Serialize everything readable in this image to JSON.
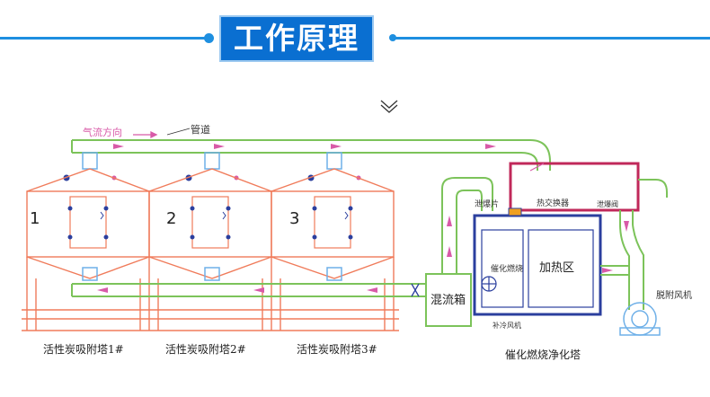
{
  "header": {
    "title": "工作原理",
    "accent_color": "#0a6fd1",
    "line_color": "#1e8fe0"
  },
  "diagram": {
    "airflow_label": "气流方向",
    "pipe_label": "管道",
    "tower_numbers": [
      "1",
      "2",
      "3"
    ],
    "tower_captions": [
      "活性炭吸附塔1#",
      "活性炭吸附塔2#",
      "活性炭吸附塔3#"
    ],
    "mixing_box_label": "混流箱",
    "catalytic_label": "催化燃烧",
    "heating_zone_label": "加热区",
    "heat_exchanger_label": "热交换器",
    "explosion_vent_left_label": "泄爆片",
    "explosion_vent_right_label": "泄爆阀",
    "makeup_fan_label": "补冷风机",
    "desorption_fan_label": "脱附风机",
    "purification_tower_caption": "催化燃烧净化塔",
    "colors": {
      "pipe": "#7cc35a",
      "tower_frame": "#f07b5a",
      "flow_arrow": "#d85aa8",
      "exchanger": "#c0285a",
      "unit_blue": "#2b3f9e",
      "fan": "#6fb0e8"
    }
  }
}
